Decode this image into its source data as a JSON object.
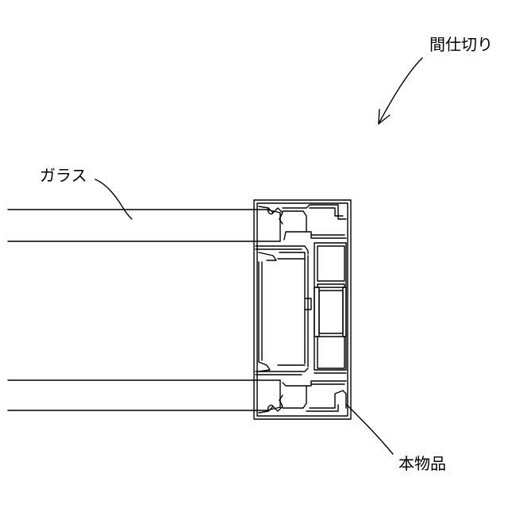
{
  "labels": {
    "partition": "間仕切り",
    "glass": "ガラス",
    "product": "本物品"
  },
  "colors": {
    "line": "#000000",
    "background": "#ffffff"
  }
}
